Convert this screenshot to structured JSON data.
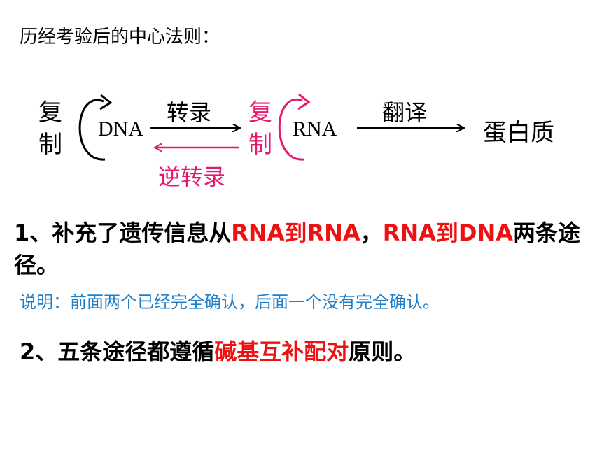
{
  "title": "历经考验后的中心法则：",
  "colors": {
    "black": "#000000",
    "pink": "#e6186f",
    "red": "#ee1111",
    "blue": "#1f7fc9"
  },
  "diagram": {
    "left_replication": "复制",
    "dna": "DNA",
    "transcription": "转录",
    "reverse_transcription": "逆转录",
    "rna_replication": "复制",
    "rna": "RNA",
    "translation": "翻译",
    "protein": "蛋白质"
  },
  "point1": {
    "prefix": "1、补充了遗传信息从",
    "red1": "RNA到RNA",
    "sep": "，",
    "red2": "RNA到DNA",
    "suffix": "两条途径。"
  },
  "note": "说明：前面两个已经完全确认，后面一个没有完全确认。",
  "point2": {
    "prefix": "2、五条途径都遵循",
    "red": "碱基互补配对",
    "suffix": "原则。"
  }
}
